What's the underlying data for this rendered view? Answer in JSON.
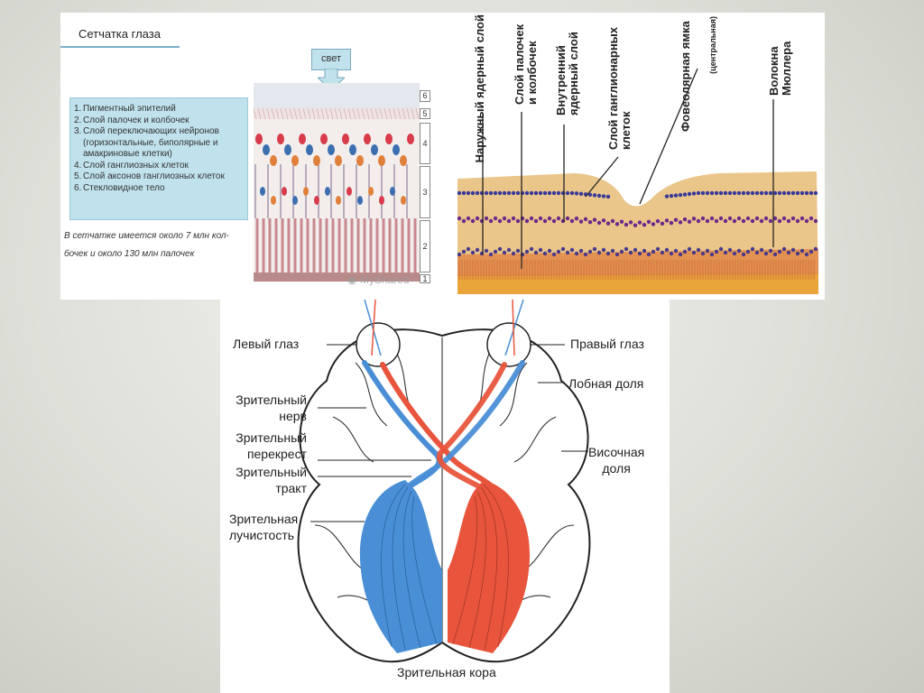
{
  "retina": {
    "title": "Сетчатка глаза",
    "light_label": "свет",
    "legend": [
      {
        "num": "1.",
        "text": "Пигментный эпителий"
      },
      {
        "num": "2.",
        "text": "Слой палочек и колбочек"
      },
      {
        "num": "3.",
        "text": "Слой переключающих нейронов (горизонтальные, биполярные и амакриновые клетки)"
      },
      {
        "num": "4.",
        "text": "Слой ганглиозных клеток"
      },
      {
        "num": "5.",
        "text": "Слой аксонов ганглиозных клеток"
      },
      {
        "num": "6.",
        "text": "Стекловидное тело"
      }
    ],
    "note_line1": "В сетчатке имеется около 7 млн кол-",
    "note_line2": "бочек и около 130 млн палочек",
    "layer_numbers": [
      "6",
      "5",
      "4",
      "3",
      "2",
      "1"
    ],
    "watermark": "MyShared"
  },
  "fovea": {
    "labels": [
      {
        "text": "Наружный ядерный слой"
      },
      {
        "text": "Слой палочек и колбочек"
      },
      {
        "text": "Внутренний ядерный слой"
      },
      {
        "text": "Слой ганглионарных клеток"
      },
      {
        "text": "Фовеолярная ямка",
        "sub": "(центральная)"
      },
      {
        "text": "Волокна Мюллера"
      }
    ]
  },
  "brain": {
    "left_eye": "Левый глаз",
    "right_eye": "Правый глаз",
    "optic_nerve_1": "Зрительный",
    "optic_nerve_2": "нерв",
    "chiasm_1": "Зрительный",
    "chiasm_2": "перекрест",
    "tract_1": "Зрительный",
    "tract_2": "тракт",
    "radiation_1": "Зрительная",
    "radiation_2": "лучистость",
    "frontal": "Лобная доля",
    "temporal_1": "Височная",
    "temporal_2": "доля",
    "cortex": "Зрительная кора"
  },
  "colors": {
    "legend_bg": "#bfe2ec",
    "blue_path": "#4a8fd6",
    "red_path": "#e8553c"
  }
}
